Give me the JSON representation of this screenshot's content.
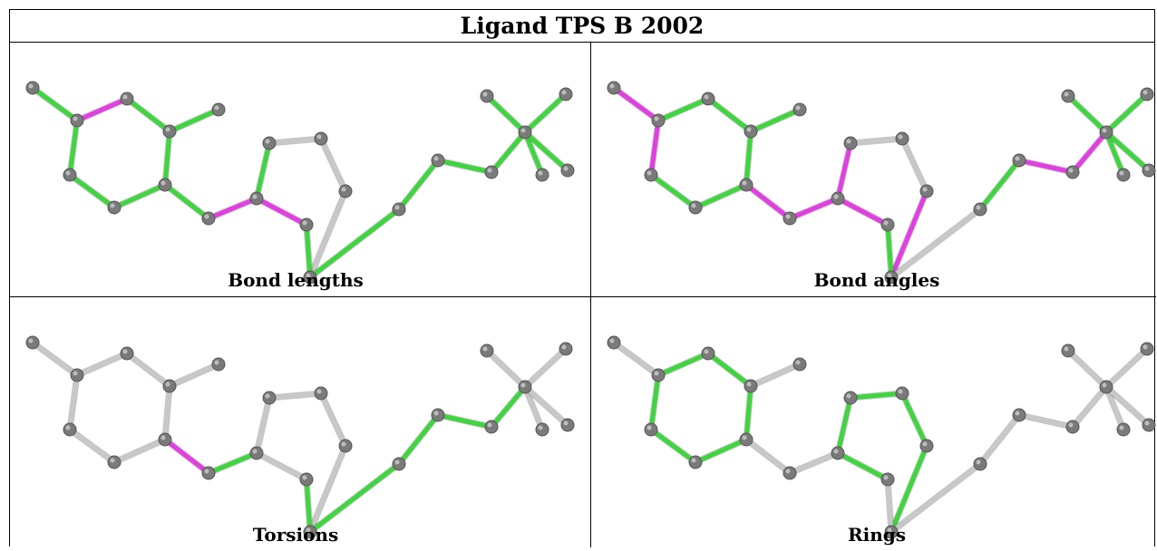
{
  "title": "Ligand TPS B 2002",
  "colors": {
    "highlight_green": "#3ed63e",
    "highlight_magenta": "#e23ee2",
    "bond_grey": "#c8c8c8",
    "atom_grey": "#7a7a7a"
  },
  "molecule": {
    "atoms": [
      "a0",
      "a1",
      "a2",
      "a3",
      "a4",
      "a5",
      "a6",
      "a7",
      "a8",
      "a9",
      "a10",
      "a11",
      "a12",
      "a13",
      "a14",
      "a15",
      "a16",
      "a17",
      "a18",
      "a19",
      "a20"
    ],
    "bonds": [
      [
        "a0",
        "a1"
      ],
      [
        "a1",
        "a2"
      ],
      [
        "a2",
        "a3"
      ],
      [
        "a3",
        "a4"
      ],
      [
        "a3",
        "a7"
      ],
      [
        "a1",
        "a5"
      ],
      [
        "a5",
        "a6"
      ],
      [
        "a6",
        "a7"
      ],
      [
        "a7",
        "a8"
      ],
      [
        "a8",
        "a9"
      ],
      [
        "a9",
        "a10"
      ],
      [
        "a9",
        "a11"
      ],
      [
        "a11",
        "a12"
      ],
      [
        "a12",
        "a13"
      ],
      [
        "a13",
        "a14"
      ],
      [
        "a14",
        "a10"
      ],
      [
        "a14",
        "a15"
      ],
      [
        "a15",
        "a16"
      ],
      [
        "a16",
        "a17"
      ],
      [
        "a17",
        "a18"
      ],
      [
        "a18",
        "a19"
      ],
      [
        "a18",
        "a20"
      ]
    ]
  },
  "panels": [
    {
      "caption": "Bond lengths",
      "bond_colors": [
        "green",
        "magenta",
        "green",
        "green",
        "green",
        "green",
        "green",
        "green",
        "green",
        "magenta",
        "magenta",
        "green",
        "grey",
        "grey",
        "grey",
        "green",
        "green",
        "green",
        "green",
        "green",
        "green",
        "green"
      ]
    },
    {
      "caption": "Bond angles",
      "bond_colors": [
        "magenta",
        "green",
        "green",
        "green",
        "green",
        "magenta",
        "green",
        "green",
        "magenta",
        "magenta",
        "magenta",
        "magenta",
        "grey",
        "grey",
        "magenta",
        "green",
        "grey",
        "green",
        "magenta",
        "magenta",
        "green",
        "green"
      ]
    },
    {
      "caption": "Torsions",
      "bond_colors": [
        "grey",
        "grey",
        "grey",
        "grey",
        "grey",
        "grey",
        "grey",
        "grey",
        "magenta",
        "green",
        "grey",
        "grey",
        "grey",
        "grey",
        "grey",
        "green",
        "green",
        "green",
        "green",
        "green",
        "grey",
        "grey"
      ]
    },
    {
      "caption": "Rings",
      "bond_colors": [
        "grey",
        "green",
        "green",
        "grey",
        "green",
        "green",
        "green",
        "green",
        "grey",
        "grey",
        "green",
        "green",
        "green",
        "green",
        "green",
        "grey",
        "grey",
        "grey",
        "grey",
        "grey",
        "grey",
        "grey"
      ]
    }
  ]
}
